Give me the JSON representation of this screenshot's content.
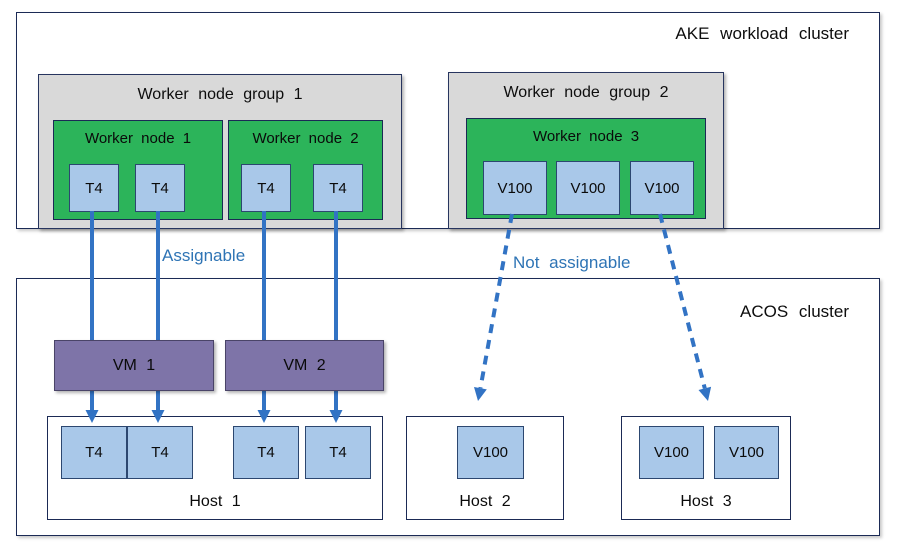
{
  "ake_cluster": {
    "title": "AKE workload cluster",
    "group1": {
      "title": "Worker node group 1",
      "node1": {
        "title": "Worker node 1",
        "gpus": [
          "T4",
          "T4"
        ]
      },
      "node2": {
        "title": "Worker node 2",
        "gpus": [
          "T4",
          "T4"
        ]
      }
    },
    "group2": {
      "title": "Worker node group 2",
      "node3": {
        "title": "Worker node 3",
        "gpus": [
          "V100",
          "V100",
          "V100"
        ]
      }
    }
  },
  "acos_cluster": {
    "title": "ACOS cluster",
    "vm1": "VM 1",
    "vm2": "VM 2",
    "host1": {
      "label": "Host 1",
      "gpus": [
        "T4",
        "T4",
        "T4",
        "T4"
      ]
    },
    "host2": {
      "label": "Host 2",
      "gpus": [
        "V100"
      ]
    },
    "host3": {
      "label": "Host 3",
      "gpus": [
        "V100",
        "V100"
      ]
    }
  },
  "edges": {
    "assignable": "Assignable",
    "not_assignable": "Not assignable"
  },
  "colors": {
    "node_green": "#2cb45a",
    "gpu_blue": "#a9c8e9",
    "vm_purple": "#7e74a8",
    "group_gray": "#d9d9d9",
    "arrow_blue": "#3273c4",
    "edge_label_blue": "#2e74b5",
    "border_navy": "#1b2a55"
  }
}
